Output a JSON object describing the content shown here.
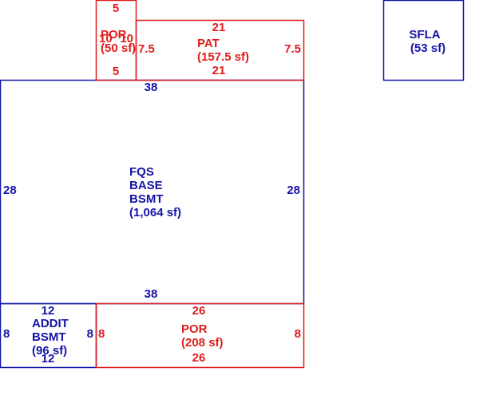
{
  "colors": {
    "living": "#1414a8",
    "exterior": "#e01c1c",
    "background": "#ffffff"
  },
  "areas": {
    "sfla": {
      "name": "SFLA",
      "area": "(53 sf)"
    },
    "main": {
      "line1": "FQS",
      "line2": "BASE",
      "line3": "BSMT",
      "area": "(1,064 sf)",
      "top": "38",
      "bottom": "38",
      "left": "28",
      "right": "28"
    },
    "addit": {
      "line1": "ADDIT",
      "line2": "BSMT",
      "area": "(96 sf)",
      "top": "12",
      "bottom": "12",
      "left": "8",
      "right": "8"
    },
    "porch_front": {
      "name": "POR",
      "area": "(208 sf)",
      "top": "26",
      "bottom": "26",
      "left": "8",
      "right": "8"
    },
    "patio": {
      "name": "PAT",
      "area": "(157.5 sf)",
      "top": "21",
      "bottom": "21",
      "left": "7.5",
      "right": "7.5"
    },
    "porch_small": {
      "name": "POR",
      "area": "(50 sf)",
      "top": "5",
      "bottom": "5",
      "left": "10",
      "right": "10"
    }
  }
}
